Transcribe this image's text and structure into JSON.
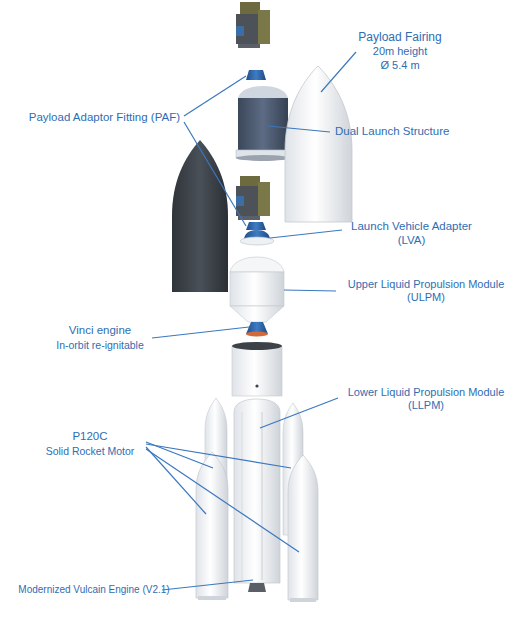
{
  "diagram": {
    "labels": [
      "Payload Fairing",
      "20m height",
      "Ø 5.4 m",
      "Payload Adaptor Fitting (PAF)",
      "Dual Launch Structure",
      "Launch Vehicle Adapter (LVA)",
      "Upper Liquid Propulsion Module (ULPM)",
      "Vinci engine",
      "In-orbit re-ignitable",
      "Lower Liquid Propulsion Module (LLPM)",
      "P120C",
      "Solid Rocket Motor",
      "Modernized Vulcain Engine (V2.1)"
    ]
  }
}
